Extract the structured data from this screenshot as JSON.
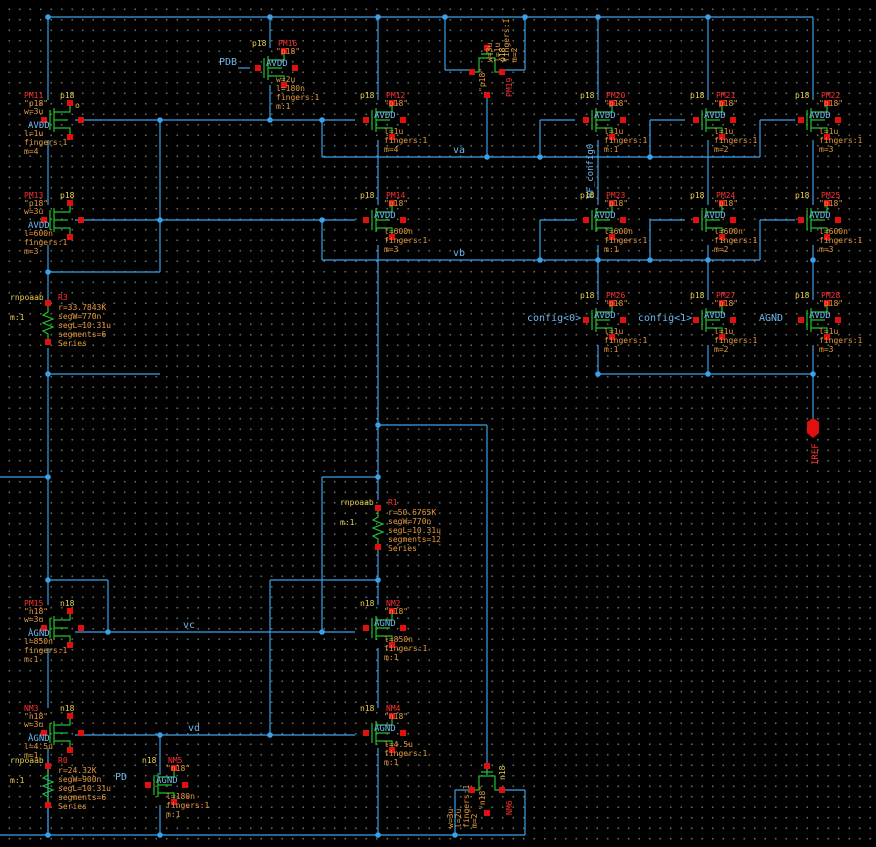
{
  "nets": {
    "va": "va",
    "vb": "vb",
    "vc": "vc",
    "vd": "vd",
    "pdb": "PDB",
    "pd": "PD",
    "config0": "config<0>",
    "config1": "config<1>",
    "agnd_in": "AGND",
    "iref": "IREF",
    "rf_config": "RF_config0",
    "o": "o"
  },
  "devices": [
    {
      "id": "PM11",
      "sub": "p18",
      "model": "\"p18\"",
      "bulk": "AVDD",
      "params": [
        "w=3u",
        "l=1u",
        "fingers:1",
        "m=4"
      ]
    },
    {
      "id": "PM13",
      "sub": "p18",
      "model": "\"p18\"",
      "bulk": "AVDD",
      "params": [
        "w=3u",
        "l=600n",
        "fingers:1",
        "m=3"
      ]
    },
    {
      "id": "PM16",
      "sub": "p18",
      "model": "\"p18\"",
      "bulk": "AVDD",
      "params": [
        "w=2u",
        "l=180n",
        "fingers:1",
        "m:1"
      ]
    },
    {
      "id": "PM12",
      "sub": "p18",
      "model": "\"p18\"",
      "bulk": "AVDD",
      "params": [
        "l=1u",
        "fingers:1",
        "m=4"
      ]
    },
    {
      "id": "PM14",
      "sub": "p18",
      "model": "\"p18\"",
      "bulk": "AVDD",
      "params": [
        "l=600n",
        "fingers:1",
        "m=3"
      ]
    },
    {
      "id": "PM19",
      "sub": "p18",
      "model": "\"p18\"",
      "bulk": "",
      "params": [
        "w=3u",
        "l=1u",
        "fingers:1",
        "m=2"
      ]
    },
    {
      "id": "PM20",
      "sub": "p18",
      "model": "\"p18\"",
      "bulk": "AVDD",
      "params": [
        "l=1u",
        "fingers:1",
        "m:1"
      ]
    },
    {
      "id": "PM21",
      "sub": "p18",
      "model": "\"p18\"",
      "bulk": "AVDD",
      "params": [
        "l=1u",
        "fingers:1",
        "m=2"
      ]
    },
    {
      "id": "PM22",
      "sub": "p18",
      "model": "\"p18\"",
      "bulk": "AVDD",
      "params": [
        "l=1u",
        "fingers:1",
        "m=3"
      ]
    },
    {
      "id": "PM23",
      "sub": "p18",
      "model": "\"p18\"",
      "bulk": "AVDD",
      "params": [
        "l=600n",
        "fingers:1",
        "m:1"
      ]
    },
    {
      "id": "PM24",
      "sub": "p18",
      "model": "\"p18\"",
      "bulk": "AVDD",
      "params": [
        "l=600n",
        "fingers:1",
        "m=2"
      ]
    },
    {
      "id": "PM25",
      "sub": "p18",
      "model": "\"p18\"",
      "bulk": "AVDD",
      "params": [
        "l=600n",
        "fingers:1",
        "m=3"
      ]
    },
    {
      "id": "PM26",
      "sub": "p18",
      "model": "\"p18\"",
      "bulk": "AVDD",
      "params": [
        "l=1u",
        "fingers:1",
        "m:1"
      ]
    },
    {
      "id": "PM27",
      "sub": "p18",
      "model": "\"p18\"",
      "bulk": "AVDD",
      "params": [
        "l=1u",
        "fingers:1",
        "m=2"
      ]
    },
    {
      "id": "PM28",
      "sub": "p18",
      "model": "\"p18\"",
      "bulk": "AVDD",
      "params": [
        "l=1u",
        "fingers:1",
        "m=3"
      ]
    },
    {
      "id": "PM15",
      "sub": "n18",
      "model": "\"n18\"",
      "bulk": "AGND",
      "params": [
        "w=3u",
        "l=850n",
        "fingers:1",
        "m:1"
      ]
    },
    {
      "id": "NM2",
      "sub": "n18",
      "model": "\"n18\"",
      "bulk": "AGND",
      "params": [
        "l=850n",
        "fingers:1",
        "m:1"
      ]
    },
    {
      "id": "NM3",
      "sub": "n18",
      "model": "\"n18\"",
      "bulk": "AGND",
      "params": [
        "w=3u",
        "l=4.5u",
        "m=1"
      ]
    },
    {
      "id": "NM4",
      "sub": "n18",
      "model": "\"n18\"",
      "bulk": "AGND",
      "params": [
        "l=4.5u",
        "fingers:1",
        "m:1"
      ]
    },
    {
      "id": "NM5",
      "sub": "n18",
      "model": "\"n18\"",
      "bulk": "AGND",
      "params": [
        "l=180n",
        "fingers:1",
        "m:1"
      ]
    },
    {
      "id": "NM6",
      "sub": "n18",
      "model": "\"n18\"",
      "bulk": "",
      "params": [
        "w=3u",
        "l=2u",
        "fingers:1",
        "m=2"
      ]
    }
  ],
  "resistors": [
    {
      "id": "R3",
      "model": "rnpoaab",
      "params": [
        "r=33.7843K",
        "segW=770n",
        "segL=10.31u",
        "segments=6",
        "Series"
      ],
      "mult": "m:1"
    },
    {
      "id": "R1",
      "model": "rnpoaab",
      "params": [
        "r=50.6765K",
        "segW=770n",
        "segL=10.31u",
        "segments=12",
        "Series"
      ],
      "mult": "m:1"
    },
    {
      "id": "R0",
      "model": "rnpoaab",
      "params": [
        "r=24.32K",
        "segW=900n",
        "segL=10.31u",
        "segments=6",
        "Series"
      ],
      "mult": "m:1"
    }
  ]
}
